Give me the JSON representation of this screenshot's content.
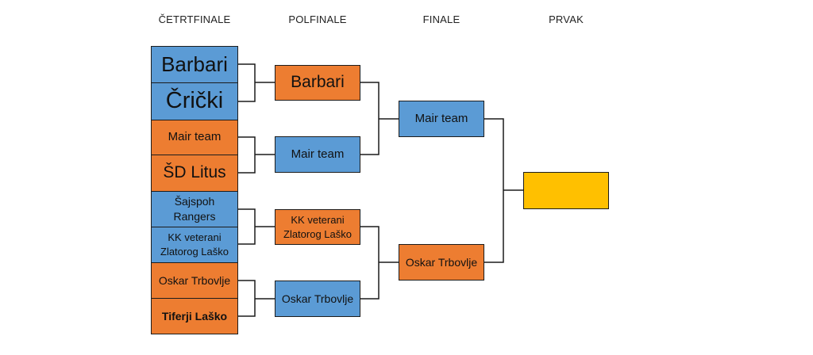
{
  "headers": {
    "quarterfinal": "ČETRTFINALE",
    "semifinal": "POLFINALE",
    "final": "FINALE",
    "champion": "PRVAK"
  },
  "quarterfinals": [
    {
      "team": "Barbari",
      "color": "blue"
    },
    {
      "team": "Črički",
      "color": "blue"
    },
    {
      "team": "Mair team",
      "color": "orange"
    },
    {
      "team": "ŠD Litus",
      "color": "orange"
    },
    {
      "team_line1": "Šajspoh",
      "team_line2": "Rangers",
      "color": "blue"
    },
    {
      "team_line1": "KK veterani",
      "team_line2": "Zlatorog Laško",
      "color": "blue"
    },
    {
      "team": "Oskar Trbovlje",
      "color": "orange"
    },
    {
      "team": "Tiferji Laško",
      "color": "orange"
    }
  ],
  "semifinals": [
    {
      "team": "Barbari",
      "color": "orange"
    },
    {
      "team": "Mair team",
      "color": "blue"
    },
    {
      "team_line1": "KK veterani",
      "team_line2": "Zlatorog Laško",
      "color": "orange"
    },
    {
      "team": "Oskar Trbovlje",
      "color": "blue"
    }
  ],
  "finals": [
    {
      "team": "Mair team",
      "color": "blue"
    },
    {
      "team": "Oskar Trbovlje",
      "color": "orange"
    }
  ],
  "champion": {
    "team": "",
    "color": "gold"
  },
  "colors": {
    "blue": "#5b9bd5",
    "orange": "#ed7d31",
    "gold": "#ffc000",
    "line": "#1c1c1c"
  }
}
